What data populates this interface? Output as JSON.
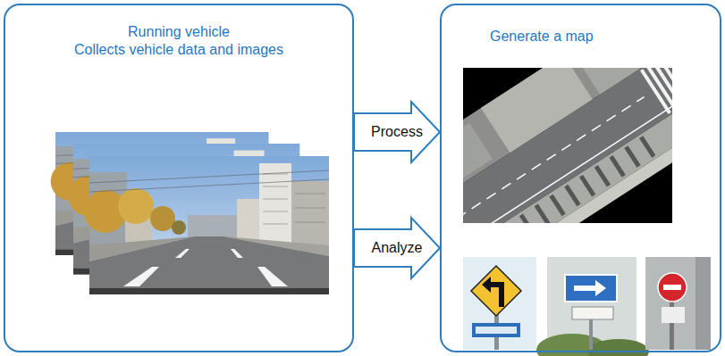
{
  "diagram": {
    "nodes": [
      {
        "text": [
          "Running vehicle",
          "Collects vehicle data and images"
        ]
      },
      {
        "text": [
          "Generate a map"
        ]
      }
    ],
    "edges": [
      {
        "from": 0,
        "to": 1,
        "arrow": "to",
        "label": "Process"
      },
      {
        "from": 0,
        "to": 1,
        "arrow": "to",
        "label": "Analyze"
      }
    ]
  }
}
